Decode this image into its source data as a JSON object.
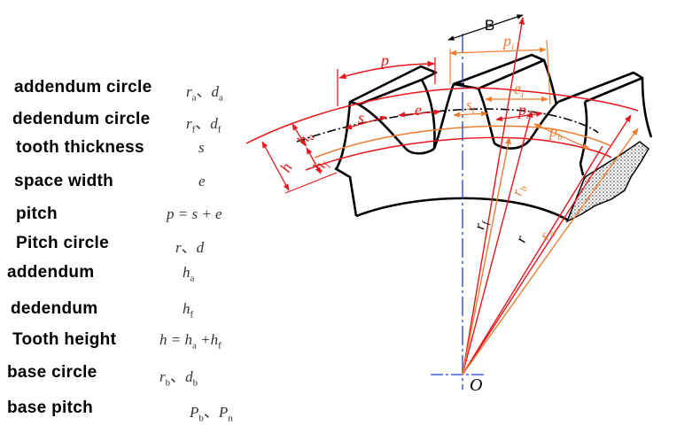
{
  "legend": [
    {
      "term": "addendum circle",
      "symbol_parts": [
        [
          "r",
          "a"
        ],
        [
          "",
          "、"
        ],
        [
          "d",
          "a"
        ]
      ]
    },
    {
      "term": "dedendum circle",
      "symbol_parts": [
        [
          "r",
          "f"
        ],
        [
          "",
          "、"
        ],
        [
          "d",
          "f"
        ]
      ]
    },
    {
      "term": "tooth thickness",
      "symbol_parts": [
        [
          "s",
          ""
        ]
      ]
    },
    {
      "term": "space width",
      "symbol_parts": [
        [
          "e",
          ""
        ]
      ]
    },
    {
      "term": "pitch",
      "symbol_parts": [
        [
          "p = s + e",
          ""
        ]
      ]
    },
    {
      "term": "Pitch circle",
      "symbol_parts": [
        [
          "r",
          ""
        ],
        [
          "",
          "、"
        ],
        [
          "d",
          ""
        ]
      ]
    },
    {
      "term": "addendum",
      "symbol_parts": [
        [
          "h",
          "a"
        ]
      ]
    },
    {
      "term": "dedendum",
      "symbol_parts": [
        [
          "h",
          "f"
        ]
      ]
    },
    {
      "term": "Tooth height",
      "symbol_parts": [
        [
          "h = h",
          "a"
        ],
        [
          " +h",
          "f"
        ]
      ]
    },
    {
      "term": "base circle",
      "symbol_parts": [
        [
          "r",
          "b"
        ],
        [
          "",
          "、"
        ],
        [
          "d",
          "b"
        ]
      ]
    },
    {
      "term": "base pitch",
      "symbol_parts": [
        [
          "P",
          "b"
        ],
        [
          "",
          "、"
        ],
        [
          "P",
          "n"
        ]
      ]
    }
  ],
  "diagram_labels": {
    "p": "p",
    "B": "B",
    "pi": "p",
    "pi_sub": "i",
    "ei": "e",
    "ei_sub": "i",
    "si": "s",
    "si_sub": "i",
    "s": "s",
    "e": "e",
    "pn": "p",
    "pn_sub": "n",
    "pb": "p",
    "pb_sub": "b",
    "ha": "h",
    "ha_sub": "a",
    "hf": "h",
    "hf_sub": "f",
    "h": "h",
    "rf": "r",
    "rf_sub": "f",
    "rb": "r",
    "rb_sub": "b",
    "r": "r",
    "ra": "r",
    "ra_sub": "a",
    "O": "O"
  },
  "colors": {
    "red": "#e8151b",
    "orange": "#ee7d31",
    "blue": "#1f3fd1",
    "black": "#000000"
  }
}
